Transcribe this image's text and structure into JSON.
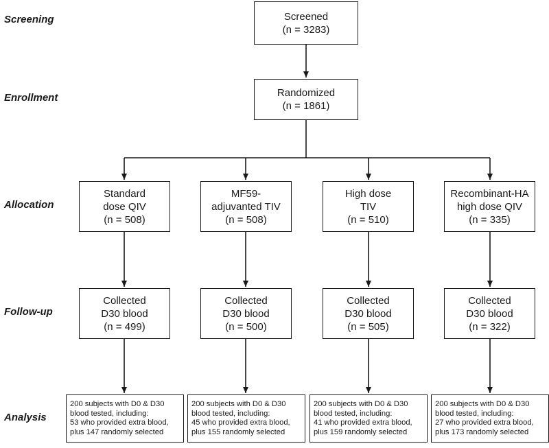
{
  "stages": [
    "Screening",
    "Enrollment",
    "Allocation",
    "Follow-up",
    "Analysis"
  ],
  "screened": {
    "title": "Screened",
    "n": "(n = 3283)"
  },
  "randomized": {
    "title": "Randomized",
    "n": "(n = 1861)"
  },
  "arms": [
    {
      "allocation": [
        "Standard",
        "dose QIV",
        "(n = 508)"
      ],
      "followup": [
        "Collected",
        "D30 blood",
        "(n = 499)"
      ],
      "analysis": [
        "200 subjects with D0 & D30",
        "blood tested, including:",
        "53 who provided extra blood,",
        "plus 147 randomly selected"
      ]
    },
    {
      "allocation": [
        "MF59-",
        "adjuvanted TIV",
        "(n = 508)"
      ],
      "followup": [
        "Collected",
        "D30 blood",
        "(n = 500)"
      ],
      "analysis": [
        "200 subjects with D0 & D30",
        "blood tested, including:",
        "45 who provided extra blood,",
        "plus 155 randomly selected"
      ]
    },
    {
      "allocation": [
        "High dose",
        "TIV",
        "(n = 510)"
      ],
      "followup": [
        "Collected",
        "D30 blood",
        "(n = 505)"
      ],
      "analysis": [
        "200 subjects with D0 & D30",
        "blood tested, including:",
        "41 who provided extra blood,",
        "plus 159 randomly selected"
      ]
    },
    {
      "allocation": [
        "Recombinant-HA",
        "high dose QIV",
        "(n = 335)"
      ],
      "followup": [
        "Collected",
        "D30 blood",
        "(n = 322)"
      ],
      "analysis": [
        "200 subjects with D0 & D30",
        "blood tested, including:",
        "27 who provided extra blood,",
        "plus 173 randomly selected"
      ]
    }
  ],
  "colors": {
    "line": "#1a1a1a",
    "background": "#ffffff"
  }
}
